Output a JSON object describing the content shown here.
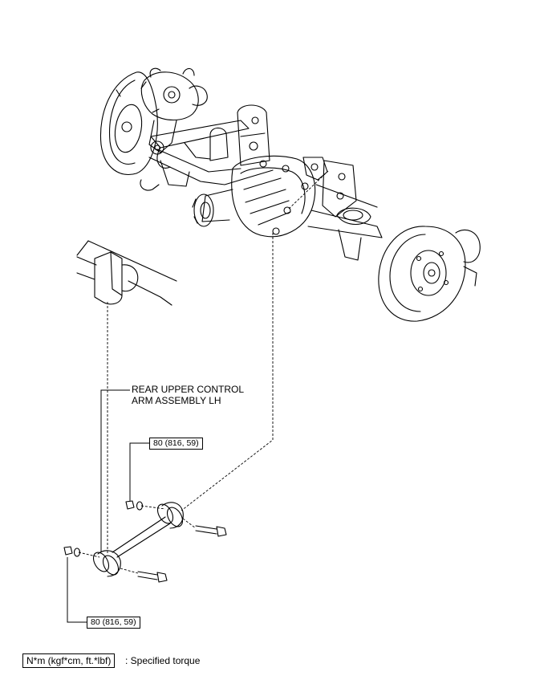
{
  "part_label": {
    "line1": "REAR UPPER CONTROL",
    "line2": "ARM ASSEMBLY LH"
  },
  "torque_specs": [
    {
      "value": "80 (816, 59)"
    },
    {
      "value": "80 (816, 59)"
    }
  ],
  "legend": {
    "unit": "N*m (kgf*cm, ft.*lbf)",
    "description": ": Specified torque"
  }
}
